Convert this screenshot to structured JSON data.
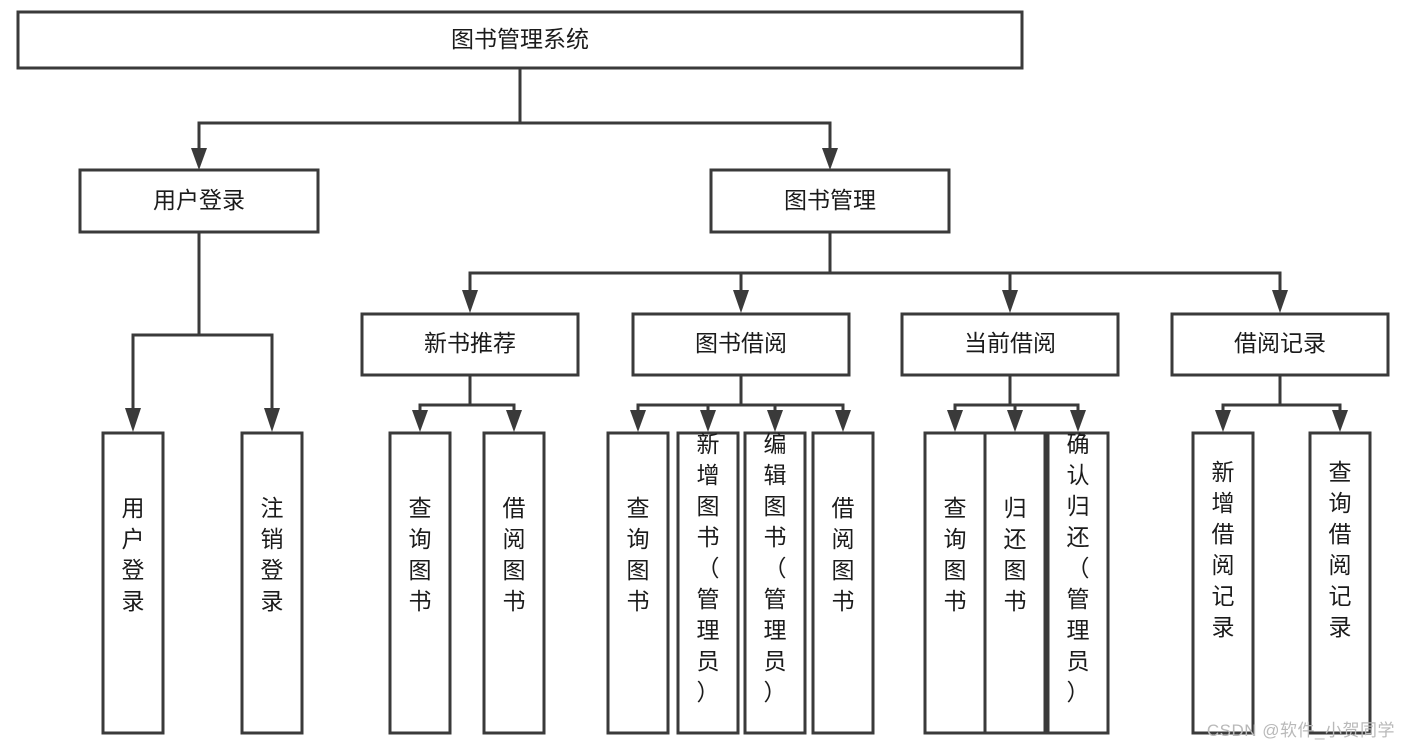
{
  "diagram": {
    "title": "图书管理系统",
    "type": "tree-hierarchy",
    "watermark": "CSDN @软件_小贺同学",
    "colors": {
      "stroke": "#3a3a3a",
      "fill": "#ffffff",
      "text": "#1b1b1b",
      "watermark": "#b9b9b9"
    },
    "levels": {
      "root": {
        "label": "图书管理系统"
      },
      "level2": [
        {
          "label": "用户登录"
        },
        {
          "label": "图书管理"
        }
      ],
      "level3": [
        {
          "label": "新书推荐"
        },
        {
          "label": "图书借阅"
        },
        {
          "label": "当前借阅"
        },
        {
          "label": "借阅记录"
        }
      ],
      "leaves": {
        "user_login": [
          {
            "label": "用户登录"
          },
          {
            "label": "注销登录"
          }
        ],
        "new_book_recommend": [
          {
            "label": "查询图书"
          },
          {
            "label": "借阅图书"
          }
        ],
        "book_borrow": [
          {
            "label": "查询图书"
          },
          {
            "label": "新增图书（管理员）"
          },
          {
            "label": "编辑图书（管理员）"
          },
          {
            "label": "借阅图书"
          }
        ],
        "current_borrow": [
          {
            "label": "查询图书"
          },
          {
            "label": "归还图书"
          },
          {
            "label": "确认归还（管理员）"
          }
        ],
        "borrow_record": [
          {
            "label": "新增借阅记录"
          },
          {
            "label": "查询借阅记录"
          }
        ]
      }
    }
  }
}
